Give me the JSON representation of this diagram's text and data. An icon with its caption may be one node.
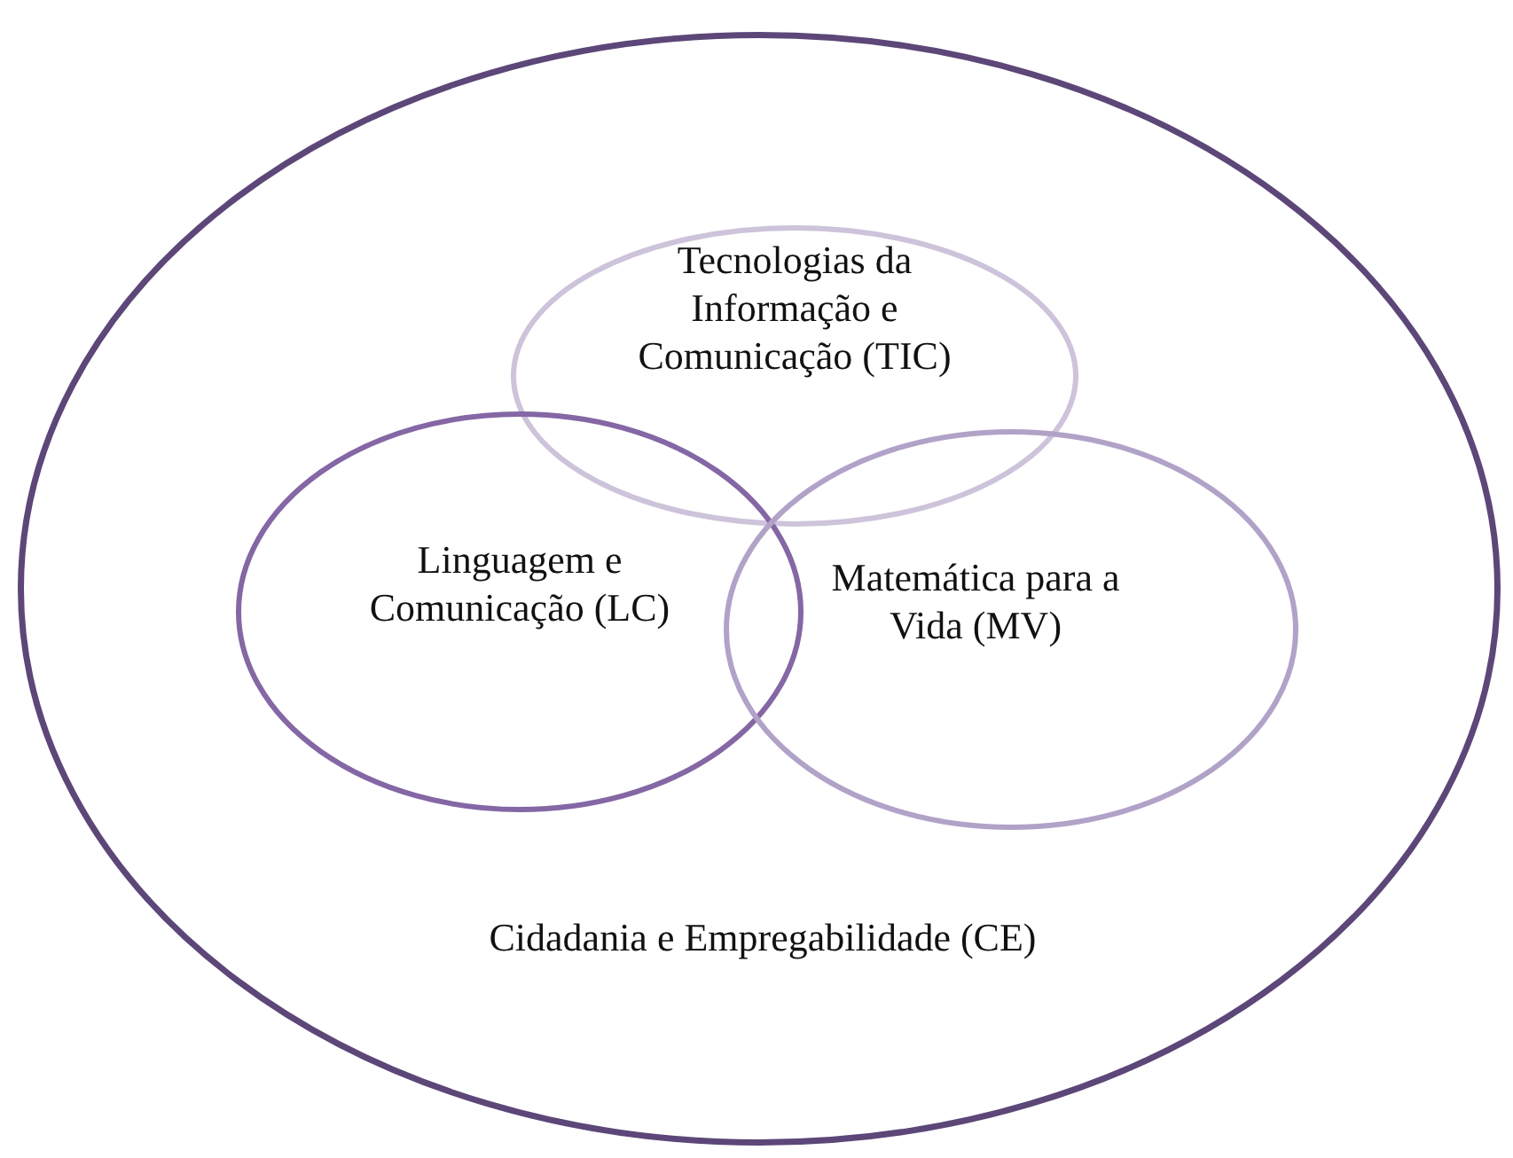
{
  "diagram": {
    "nodes": [
      {
        "text": [
          "Cidadania e Empregabilidade (CE)"
        ]
      },
      {
        "text": [
          "Tecnologias da Informação e Comunicação (TIC)"
        ],
        "in": 0
      },
      {
        "text": [
          "Linguagem e Comunicação (LC)"
        ],
        "in": 0
      },
      {
        "text": [
          "Matemática para a Vida (MV)"
        ],
        "in": 0
      }
    ]
  }
}
